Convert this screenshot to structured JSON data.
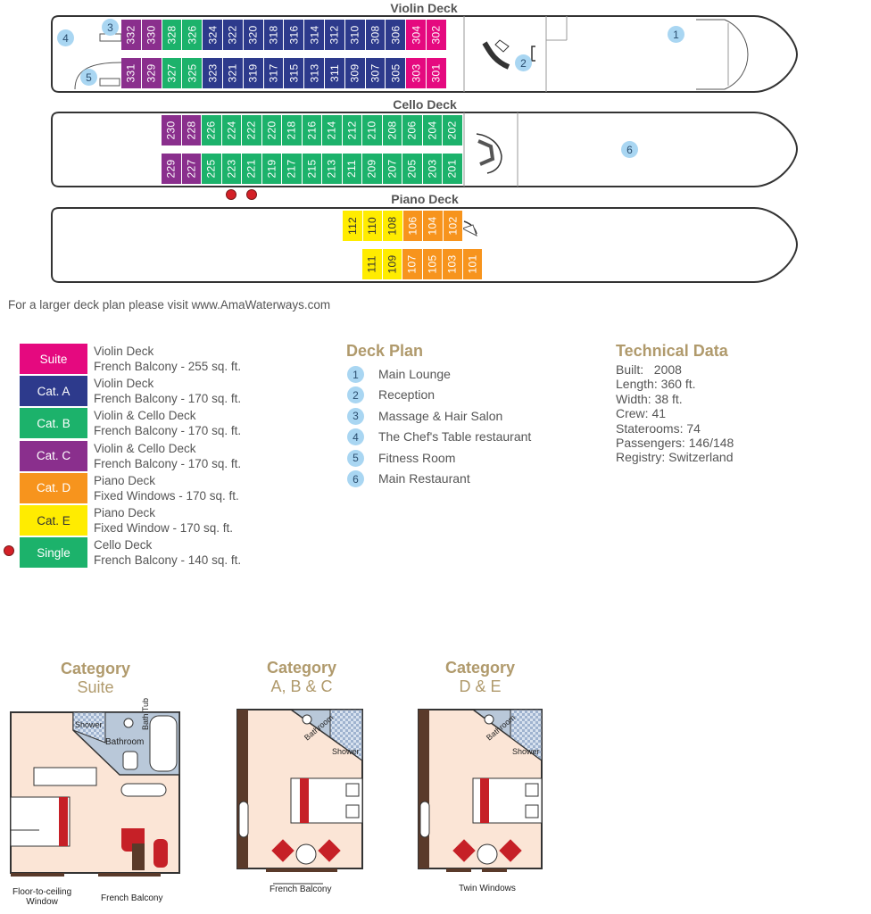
{
  "colors": {
    "suite": "#e5097f",
    "cat_a": "#2d3a8c",
    "cat_b": "#1cb26b",
    "cat_c": "#8a2f8d",
    "cat_d": "#f7941d",
    "cat_e": "#ffec00",
    "single": "#1cb26b",
    "hull_line": "#333333",
    "circle": "#a9d6f2",
    "gold": "#b09a6c",
    "red": "#d42027"
  },
  "decks": {
    "violin": {
      "title": "Violin Deck",
      "top_row": [
        {
          "n": "332",
          "c": "cat_c"
        },
        {
          "n": "330",
          "c": "cat_c"
        },
        {
          "n": "328",
          "c": "cat_b"
        },
        {
          "n": "326",
          "c": "cat_b"
        },
        {
          "n": "324",
          "c": "cat_a"
        },
        {
          "n": "322",
          "c": "cat_a"
        },
        {
          "n": "320",
          "c": "cat_a"
        },
        {
          "n": "318",
          "c": "cat_a"
        },
        {
          "n": "316",
          "c": "cat_a"
        },
        {
          "n": "314",
          "c": "cat_a"
        },
        {
          "n": "312",
          "c": "cat_a"
        },
        {
          "n": "310",
          "c": "cat_a"
        },
        {
          "n": "308",
          "c": "cat_a"
        },
        {
          "n": "306",
          "c": "cat_a"
        },
        {
          "n": "304",
          "c": "suite"
        },
        {
          "n": "302",
          "c": "suite"
        }
      ],
      "bottom_row": [
        {
          "n": "331",
          "c": "cat_c"
        },
        {
          "n": "329",
          "c": "cat_c"
        },
        {
          "n": "327",
          "c": "cat_b"
        },
        {
          "n": "325",
          "c": "cat_b"
        },
        {
          "n": "323",
          "c": "cat_a"
        },
        {
          "n": "321",
          "c": "cat_a"
        },
        {
          "n": "319",
          "c": "cat_a"
        },
        {
          "n": "317",
          "c": "cat_a"
        },
        {
          "n": "315",
          "c": "cat_a"
        },
        {
          "n": "313",
          "c": "cat_a"
        },
        {
          "n": "311",
          "c": "cat_a"
        },
        {
          "n": "309",
          "c": "cat_a"
        },
        {
          "n": "307",
          "c": "cat_a"
        },
        {
          "n": "305",
          "c": "cat_a"
        },
        {
          "n": "303",
          "c": "suite"
        },
        {
          "n": "301",
          "c": "suite"
        }
      ]
    },
    "cello": {
      "title": "Cello Deck",
      "top_row": [
        {
          "n": "230",
          "c": "cat_c"
        },
        {
          "n": "228",
          "c": "cat_c"
        },
        {
          "n": "226",
          "c": "cat_b"
        },
        {
          "n": "224",
          "c": "cat_b"
        },
        {
          "n": "222",
          "c": "cat_b"
        },
        {
          "n": "220",
          "c": "cat_b"
        },
        {
          "n": "218",
          "c": "cat_b"
        },
        {
          "n": "216",
          "c": "cat_b"
        },
        {
          "n": "214",
          "c": "cat_b"
        },
        {
          "n": "212",
          "c": "cat_b"
        },
        {
          "n": "210",
          "c": "cat_b"
        },
        {
          "n": "208",
          "c": "cat_b"
        },
        {
          "n": "206",
          "c": "cat_b"
        },
        {
          "n": "204",
          "c": "cat_b"
        },
        {
          "n": "202",
          "c": "cat_b"
        }
      ],
      "bottom_row": [
        {
          "n": "229",
          "c": "cat_c"
        },
        {
          "n": "227",
          "c": "cat_c"
        },
        {
          "n": "225",
          "c": "cat_b"
        },
        {
          "n": "223",
          "c": "cat_b"
        },
        {
          "n": "221",
          "c": "cat_b"
        },
        {
          "n": "219",
          "c": "cat_b"
        },
        {
          "n": "217",
          "c": "cat_b"
        },
        {
          "n": "215",
          "c": "cat_b"
        },
        {
          "n": "213",
          "c": "cat_b"
        },
        {
          "n": "211",
          "c": "cat_b"
        },
        {
          "n": "209",
          "c": "cat_b"
        },
        {
          "n": "207",
          "c": "cat_b"
        },
        {
          "n": "205",
          "c": "cat_b"
        },
        {
          "n": "203",
          "c": "cat_b"
        },
        {
          "n": "201",
          "c": "cat_b"
        }
      ]
    },
    "piano": {
      "title": "Piano Deck",
      "top_row": [
        {
          "n": "112",
          "c": "cat_e"
        },
        {
          "n": "110",
          "c": "cat_e"
        },
        {
          "n": "108",
          "c": "cat_e"
        },
        {
          "n": "106",
          "c": "cat_d"
        },
        {
          "n": "104",
          "c": "cat_d"
        },
        {
          "n": "102",
          "c": "cat_d"
        }
      ],
      "bottom_row": [
        {
          "n": "111",
          "c": "cat_e"
        },
        {
          "n": "109",
          "c": "cat_e"
        },
        {
          "n": "107",
          "c": "cat_d"
        },
        {
          "n": "105",
          "c": "cat_d"
        },
        {
          "n": "103",
          "c": "cat_d"
        },
        {
          "n": "101",
          "c": "cat_d"
        }
      ]
    }
  },
  "markers": {
    "m1": "1",
    "m2": "2",
    "m3": "3",
    "m4": "4",
    "m5": "5",
    "m6": "6"
  },
  "note": "For a larger deck plan please visit www.AmaWaterways.com",
  "legend": [
    {
      "label": "Suite",
      "c": "suite",
      "text_color": "#ffffff",
      "line1": "Violin Deck",
      "line2": "French Balcony - 255 sq. ft."
    },
    {
      "label": "Cat. A",
      "c": "cat_a",
      "text_color": "#ffffff",
      "line1": "Violin Deck",
      "line2": "French Balcony - 170 sq. ft."
    },
    {
      "label": "Cat. B",
      "c": "cat_b",
      "text_color": "#ffffff",
      "line1": "Violin & Cello Deck",
      "line2": "French Balcony - 170 sq. ft."
    },
    {
      "label": "Cat. C",
      "c": "cat_c",
      "text_color": "#ffffff",
      "line1": "Violin & Cello Deck",
      "line2": "French Balcony - 170 sq. ft."
    },
    {
      "label": "Cat. D",
      "c": "cat_d",
      "text_color": "#ffffff",
      "line1": "Piano Deck",
      "line2": "Fixed Windows - 170 sq. ft."
    },
    {
      "label": "Cat. E",
      "c": "cat_e",
      "text_color": "#333333",
      "line1": "Piano Deck",
      "line2": "Fixed Window - 170 sq. ft."
    },
    {
      "label": "Single",
      "c": "single",
      "text_color": "#ffffff",
      "line1": "Cello Deck",
      "line2": "French Balcony - 140 sq. ft."
    }
  ],
  "deck_plan": {
    "title": "Deck Plan",
    "items": [
      {
        "num": "1",
        "label": "Main Lounge"
      },
      {
        "num": "2",
        "label": "Reception"
      },
      {
        "num": "3",
        "label": "Massage & Hair Salon"
      },
      {
        "num": "4",
        "label": "The Chef's Table restaurant"
      },
      {
        "num": "5",
        "label": "Fitness Room"
      },
      {
        "num": "6",
        "label": "Main Restaurant"
      }
    ]
  },
  "technical": {
    "title": "Technical Data",
    "lines": [
      "Built:   2008",
      "Length: 360 ft.",
      "Width: 38 ft.",
      "Crew: 41",
      "Staterooms: 74",
      "Passengers: 146/148",
      "Registry: Switzerland"
    ]
  },
  "categories": [
    {
      "title": "Category",
      "sub": "Suite",
      "shower": "Shower",
      "bathroom": "Bathroom",
      "tub": "Bath Tub",
      "label1": "Floor-to-ceiling",
      "label1b": "Window",
      "label2": "French Balcony"
    },
    {
      "title": "Category",
      "sub": "A, B & C",
      "shower": "Shower",
      "bathroom": "Bathroom",
      "label": "French Balcony"
    },
    {
      "title": "Category",
      "sub": "D & E",
      "shower": "Shower",
      "bathroom": "Bathroom",
      "label": "Twin Windows"
    }
  ]
}
